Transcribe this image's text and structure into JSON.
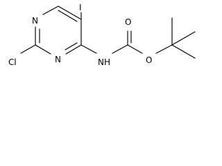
{
  "molecule": {
    "atoms": {
      "ring_n_top": "N",
      "ring_n_bottom": "N",
      "iodine": "I",
      "chlorine": "Cl",
      "carbamate_nh": "NH",
      "carbonyl_o": "O",
      "ester_o": "O"
    }
  }
}
